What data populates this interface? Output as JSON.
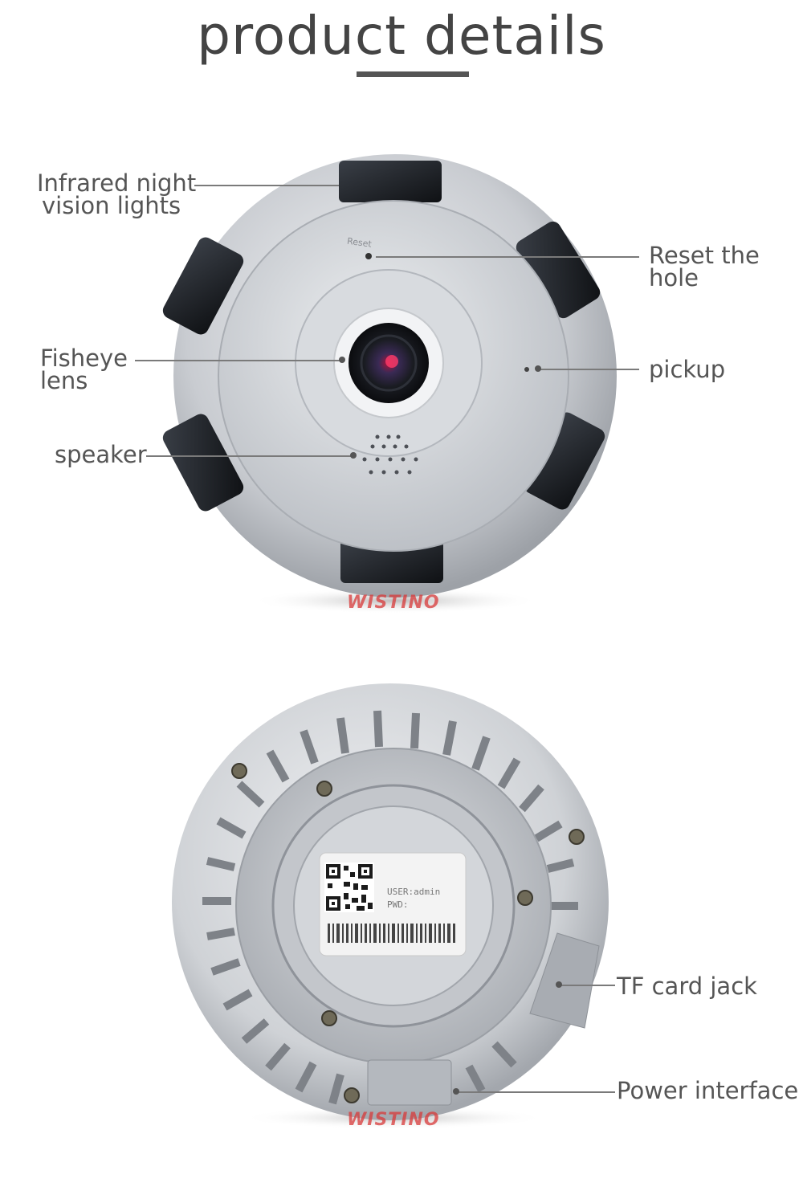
{
  "title": "product details",
  "front": {
    "labels": {
      "infrared_line1": "Infrared night",
      "infrared_line2": "vision lights",
      "reset_line1": "Reset the",
      "reset_line2": "hole",
      "fisheye_line1": "Fisheye",
      "fisheye_line2": "lens",
      "pickup": "pickup",
      "speaker": "speaker"
    },
    "reset_print": "Reset",
    "logo": "WISTINO"
  },
  "back": {
    "labels": {
      "tf_card": "TF card jack",
      "power": "Power interface"
    },
    "sticker_text_line1": "USER:admin",
    "sticker_text_line2": "PWD:",
    "logo": "WISTINO"
  },
  "colors": {
    "body_silver": "#cfd2d6",
    "ir_panel": "#1e2126",
    "logo_red": "#d83a3a"
  }
}
